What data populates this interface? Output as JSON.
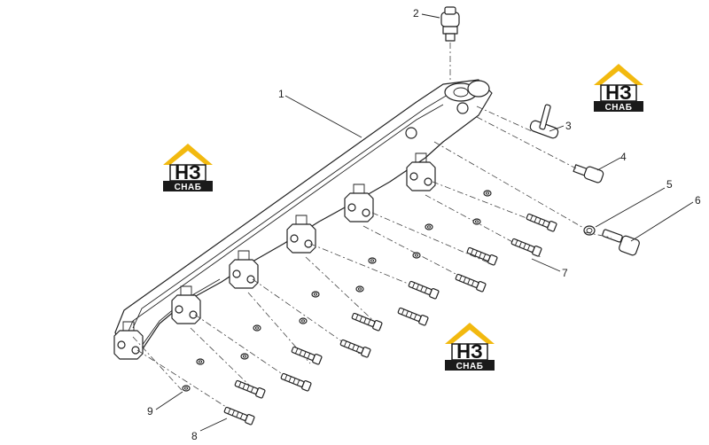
{
  "diagram": {
    "callouts": [
      {
        "id": "c1",
        "label": "1"
      },
      {
        "id": "c2",
        "label": "2"
      },
      {
        "id": "c3",
        "label": "3"
      },
      {
        "id": "c4",
        "label": "4"
      },
      {
        "id": "c5",
        "label": "5"
      },
      {
        "id": "c6",
        "label": "6"
      },
      {
        "id": "c7",
        "label": "7"
      },
      {
        "id": "c8",
        "label": "8"
      },
      {
        "id": "c9",
        "label": "9"
      }
    ],
    "watermark": {
      "top_text": "НЗ",
      "bottom_text": "СНАБ",
      "accent_color": "#f2b90f",
      "dark_color": "#1a1a1a"
    }
  }
}
